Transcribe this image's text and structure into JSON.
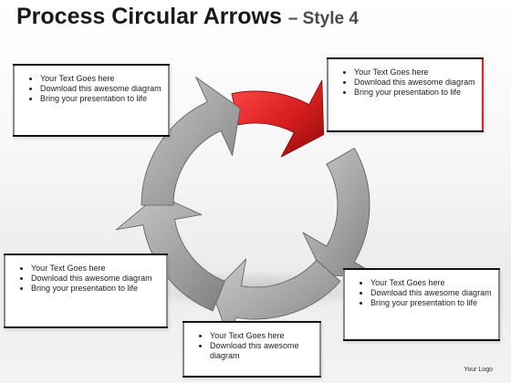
{
  "title": {
    "main": "Process Circular Arrows",
    "sub": "– Style 4"
  },
  "boxes": [
    {
      "bullets": [
        "Your Text Goes here",
        "Download this awesome diagram",
        "Bring your presentation to life"
      ]
    },
    {
      "bullets": [
        "Your Text Goes here",
        "Download this awesome diagram",
        "Bring your presentation to life"
      ]
    },
    {
      "bullets": [
        "Your Text Goes here",
        "Download this awesome diagram",
        "Bring your presentation to life"
      ]
    },
    {
      "bullets": [
        "Your Text Goes here",
        "Download this awesome diagram",
        "Bring your presentation to life"
      ]
    },
    {
      "bullets": [
        "Your Text Goes here",
        "Download this awesome diagram"
      ]
    }
  ],
  "logo": "Your Logo",
  "colors": {
    "highlight_arrow": "#d81e1e",
    "arrow": "#9a9a9a",
    "accent_border": "#d22222"
  }
}
